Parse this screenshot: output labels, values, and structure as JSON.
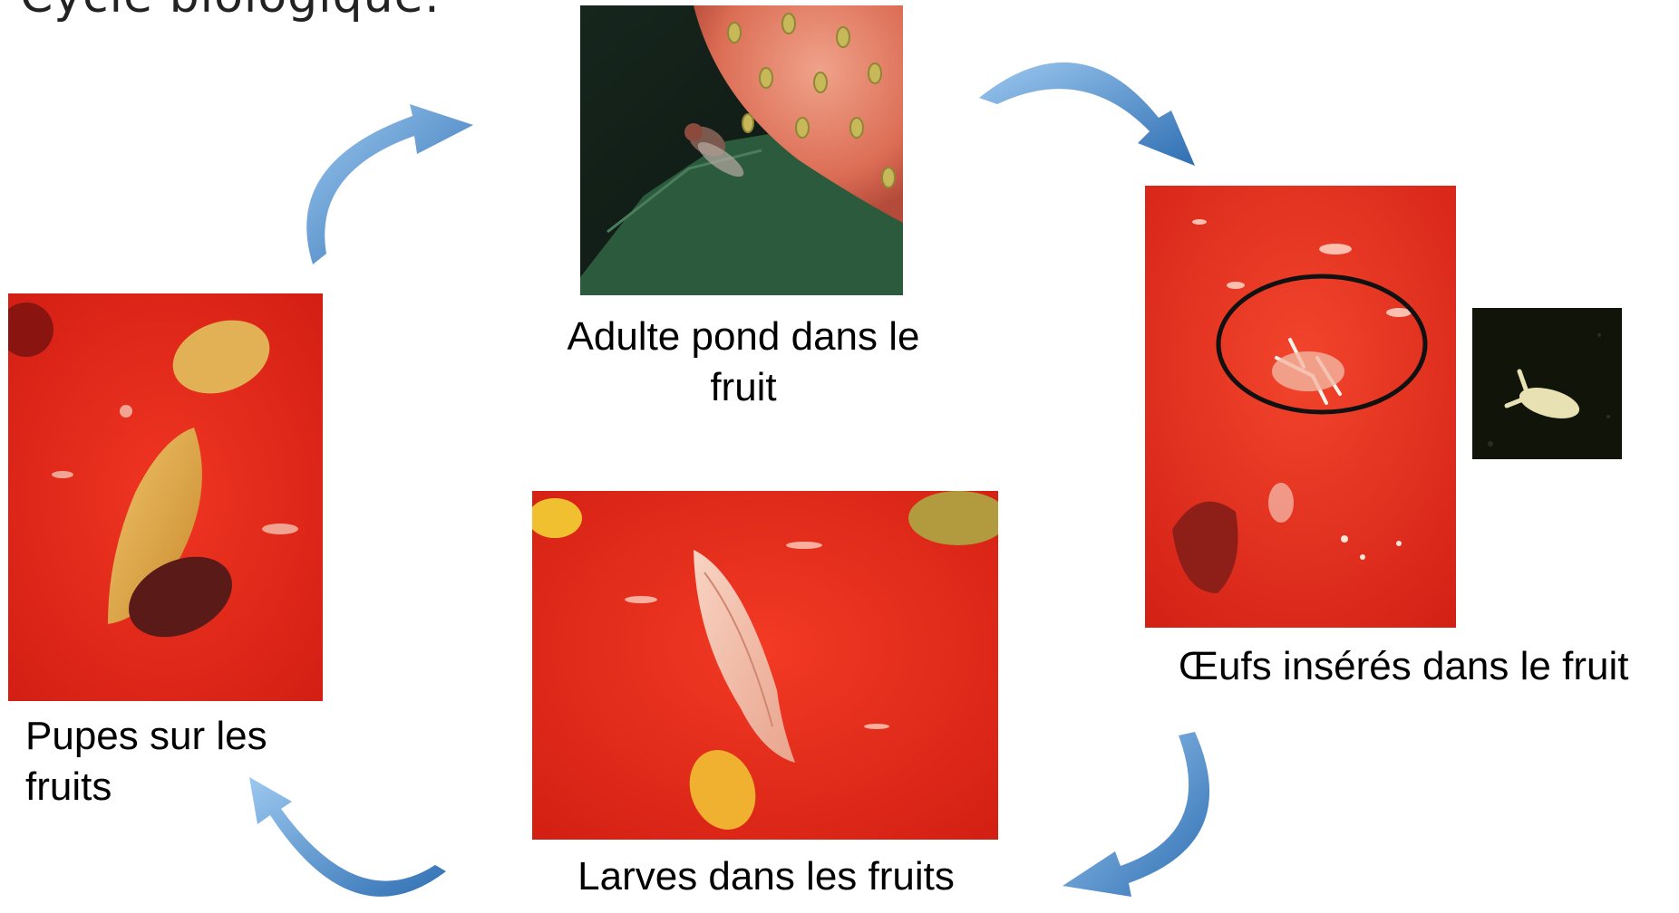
{
  "title": "Cycle biologique:",
  "stages": {
    "adult": {
      "caption": "Adulte pond dans le fruit"
    },
    "eggs": {
      "caption": "Œufs insérés dans le fruit"
    },
    "larvae": {
      "caption": "Larves dans les fruits"
    },
    "pupae": {
      "caption": "Pupes sur les fruits"
    }
  },
  "colors": {
    "arrow_light": "#9cc8ef",
    "arrow_dark": "#2f6fb3",
    "fruit_red": "#e8281a",
    "strawberry_skin": "#e07a60",
    "leaf_green": "#2c5a3c",
    "egg_circle": "#111111"
  }
}
